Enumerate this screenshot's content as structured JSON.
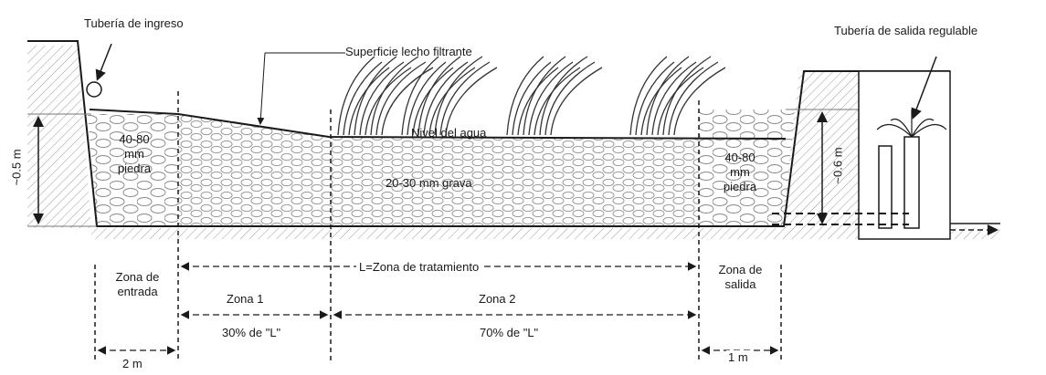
{
  "labels": {
    "inlet_pipe": "Tubería de ingreso",
    "outlet_pipe": "Tubería de salida regulable",
    "filter_surface": "Superficie lecho filtrante",
    "water_level_a": "Nivel del agua",
    "water_level_b": "...",
    "inlet_stone": [
      "40-80",
      "mm",
      "piedra"
    ],
    "outlet_stone": [
      "40-80",
      "mm",
      "piedra"
    ],
    "gravel": "20-30 mm grava",
    "depth_left": "~0.5 m",
    "depth_right": "~0.6 m",
    "treatment_zone": "L=Zona de tratamiento",
    "inlet_zone": [
      "Zona de",
      "entrada"
    ],
    "outlet_zone": [
      "Zona de",
      "salida"
    ],
    "zone1": "Zona 1",
    "zone2": "Zona 2",
    "zone1_pct": "30% de \"L\"",
    "zone2_pct": "70% de \"L\"",
    "inlet_width": "2 m",
    "outlet_width": "1 m"
  },
  "colors": {
    "line": "#1a1a1a",
    "hatch": "#8a8a8a",
    "gravel": "#a9a9a9",
    "stone": "#9a9a9a"
  }
}
